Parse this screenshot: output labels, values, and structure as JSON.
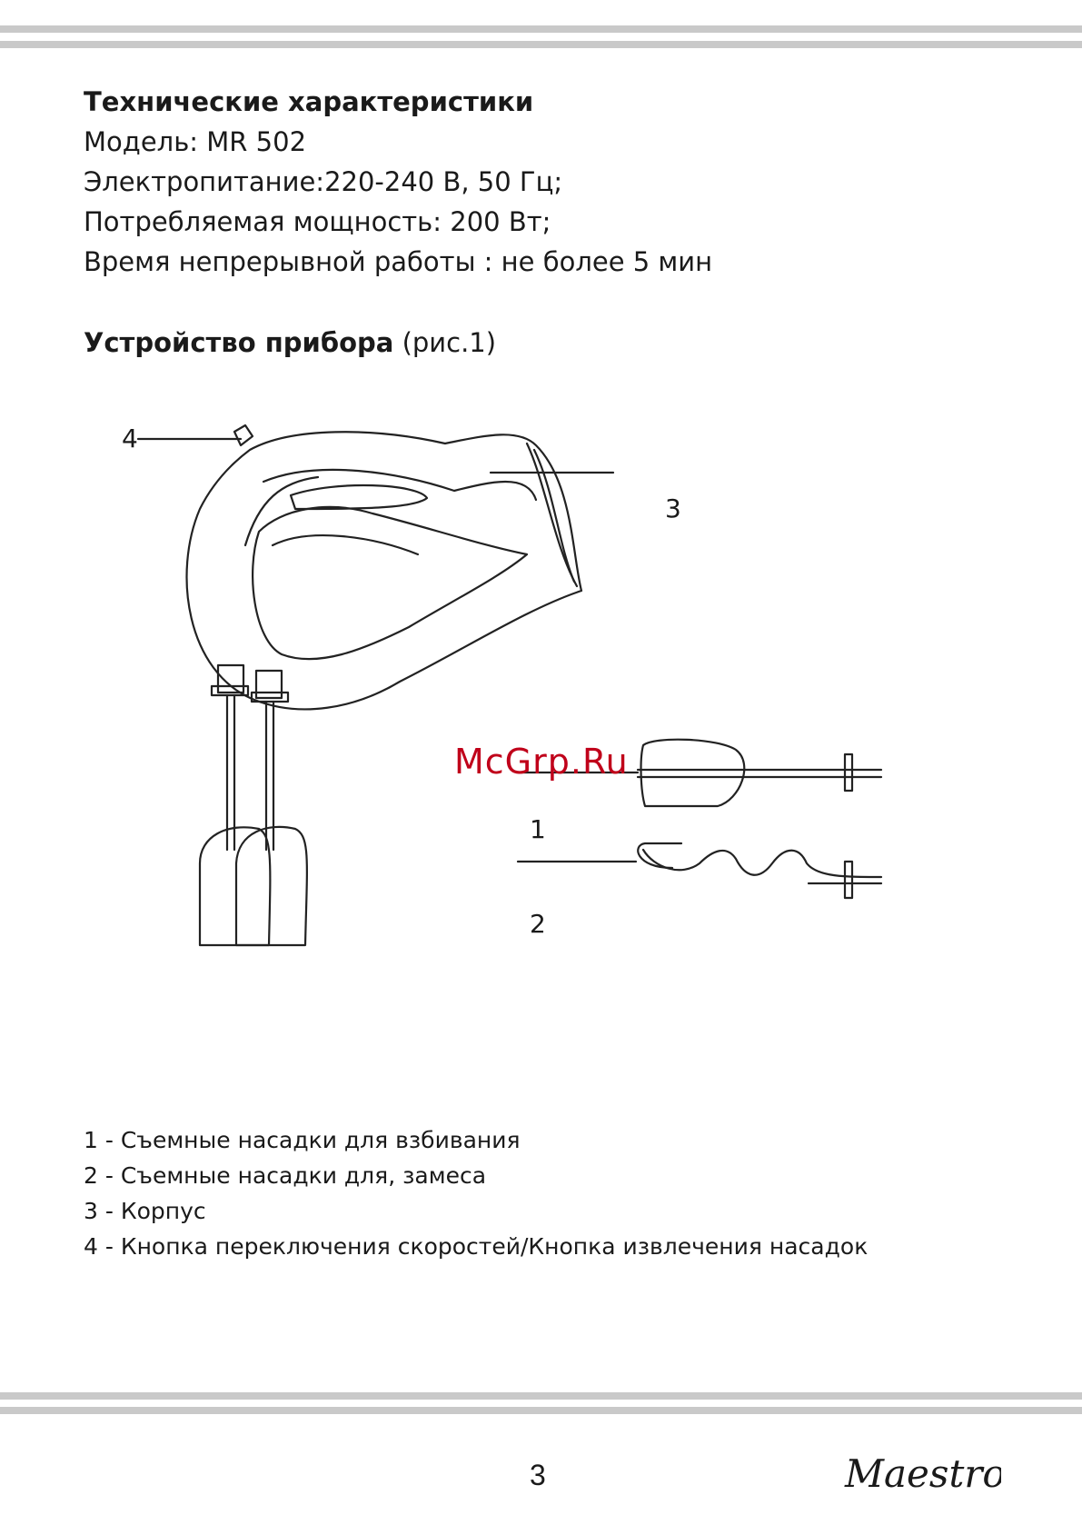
{
  "specs": {
    "title": "Технические характеристики",
    "model": "Модель: MR 502",
    "power_supply": "Электропитание:220-240 В, 50 Гц;",
    "power": "Потребляемая мощность: 200 Вт;",
    "runtime": "Время непрерывной работы : не более 5 мин"
  },
  "device": {
    "heading": "Устройство прибора",
    "figure_ref": "(рис.1)"
  },
  "figure": {
    "callouts": [
      "1",
      "2",
      "3",
      "4"
    ]
  },
  "watermark": "McGrp.Ru",
  "legend": [
    "1 - Съемные насадки для взбивания",
    "2 - Съемные насадки для, замеса",
    "3 - Корпус",
    "4 - Кнопка переключения скоростей/Кнопка извлечения насадок"
  ],
  "footer": {
    "page_number": "3",
    "brand": "Maestro"
  }
}
